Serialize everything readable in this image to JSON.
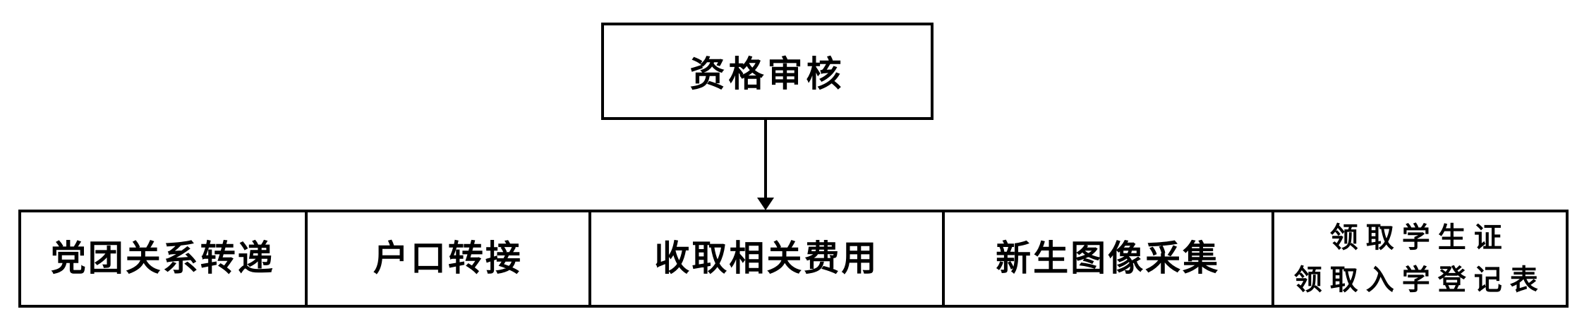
{
  "diagram": {
    "colors": {
      "background": "#ffffff",
      "line": "#000000",
      "text": "#000000"
    },
    "top_node": {
      "label": "资格审核"
    },
    "connector": {
      "type": "arrow-down"
    },
    "bottom_row": {
      "cells": [
        {
          "lines": [
            "党团关系转递"
          ]
        },
        {
          "lines": [
            "户口转接"
          ]
        },
        {
          "lines": [
            "收取相关费用"
          ]
        },
        {
          "lines": [
            "新生图像采集"
          ]
        },
        {
          "lines": [
            "领取学生证",
            "领取入学登记表"
          ]
        }
      ]
    }
  }
}
